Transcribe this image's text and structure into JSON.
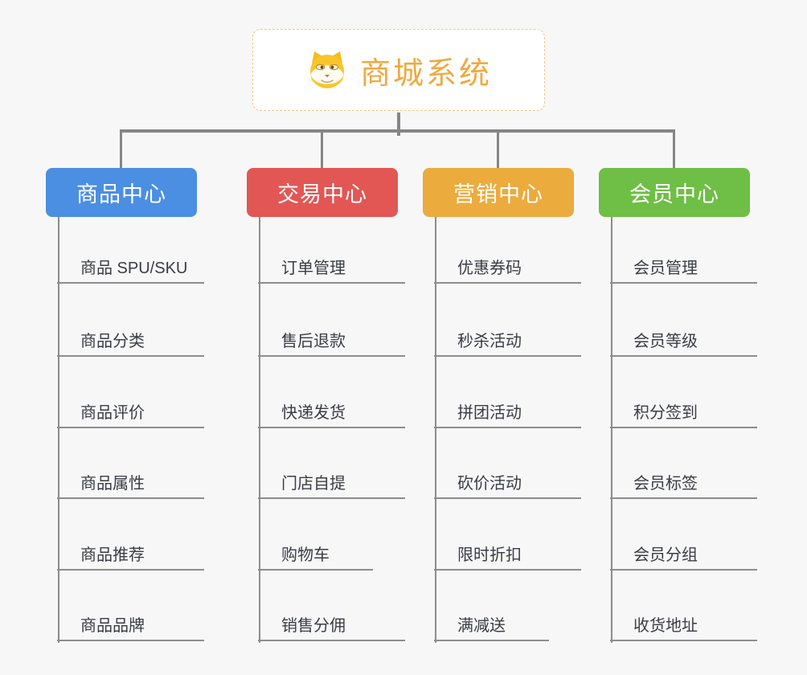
{
  "root": {
    "title": "商城系统",
    "icon": "doge-icon"
  },
  "branches": [
    {
      "label": "商品中心",
      "color": "#4b8fe2",
      "items": [
        "商品 SPU/SKU",
        "商品分类",
        "商品评价",
        "商品属性",
        "商品推荐",
        "商品品牌"
      ]
    },
    {
      "label": "交易中心",
      "color": "#e25754",
      "items": [
        "订单管理",
        "售后退款",
        "快递发货",
        "门店自提",
        "购物车",
        "销售分佣"
      ]
    },
    {
      "label": "营销中心",
      "color": "#ecab3d",
      "items": [
        "优惠券码",
        "秒杀活动",
        "拼团活动",
        "砍价活动",
        "限时折扣",
        "满减送"
      ]
    },
    {
      "label": "会员中心",
      "color": "#6fbe45",
      "items": [
        "会员管理",
        "会员等级",
        "积分签到",
        "会员标签",
        "会员分组",
        "收货地址"
      ]
    }
  ],
  "colors": {
    "background": "#f7f7f7",
    "root_border": "#f0c788",
    "root_text": "#f0a93f",
    "connector": "#868686",
    "leaf_underline": "#8d8d8d",
    "leaf_text": "#3a3d44",
    "branch_blue": "#4b8fe2",
    "branch_red": "#e25754",
    "branch_orange": "#ecab3d",
    "branch_green": "#6fbe45"
  }
}
